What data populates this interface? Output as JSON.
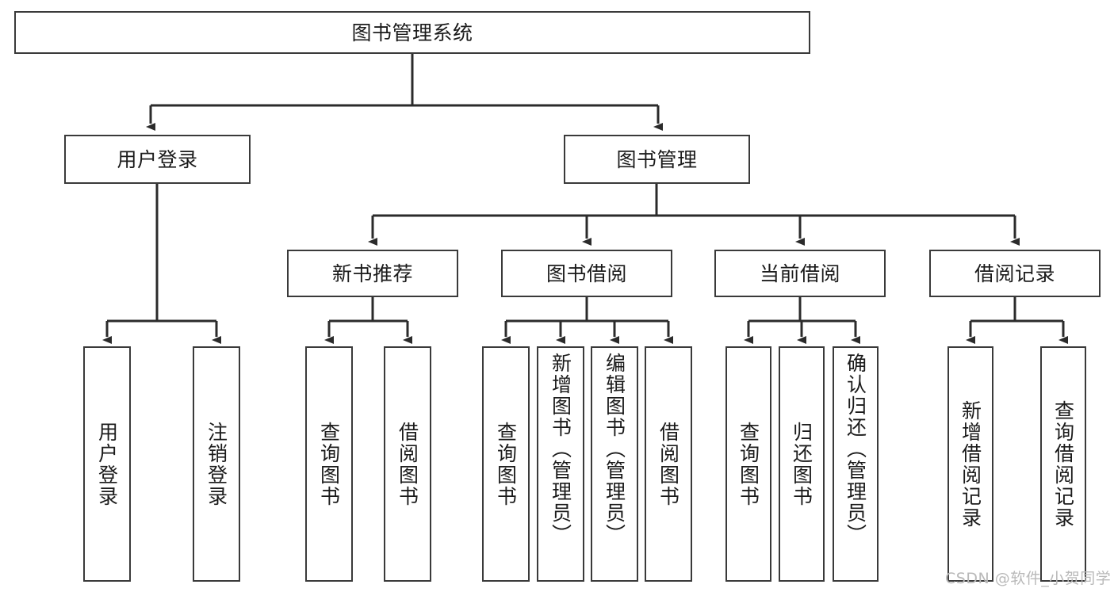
{
  "diagram": {
    "title": "图书管理系统",
    "type": "tree-hierarchy-chart",
    "colors": {
      "box_border": "#3a3a3a",
      "box_fill": "#ffffff",
      "connector": "#2b2b2b",
      "text": "#1b1b1b",
      "watermark": "#b9b9b9",
      "background": "#ffffff"
    },
    "root": {
      "label": "图书管理系统"
    },
    "level2": [
      {
        "id": "user-login",
        "label": "用户登录"
      },
      {
        "id": "book-management",
        "label": "图书管理"
      }
    ],
    "level3": [
      {
        "id": "new-book-recommend",
        "label": "新书推荐",
        "parent": "book-management"
      },
      {
        "id": "book-borrow",
        "label": "图书借阅",
        "parent": "book-management"
      },
      {
        "id": "current-borrow",
        "label": "当前借阅",
        "parent": "book-management"
      },
      {
        "id": "borrow-record",
        "label": "借阅记录",
        "parent": "book-management"
      }
    ],
    "leaves": [
      {
        "id": "leaf-user-login",
        "label": "用户登录",
        "parent": "user-login",
        "align": "center"
      },
      {
        "id": "leaf-logout",
        "label": "注销登录",
        "parent": "user-login",
        "align": "center"
      },
      {
        "id": "leaf-query-book-1",
        "label": "查询图书",
        "parent": "new-book-recommend",
        "align": "center"
      },
      {
        "id": "leaf-borrow-book-1",
        "label": "借阅图书",
        "parent": "new-book-recommend",
        "align": "center"
      },
      {
        "id": "leaf-query-book-2",
        "label": "查询图书",
        "parent": "book-borrow",
        "align": "center"
      },
      {
        "id": "leaf-add-book",
        "label": "新增图书（管理员）",
        "parent": "book-borrow",
        "align": "top"
      },
      {
        "id": "leaf-edit-book",
        "label": "编辑图书（管理员）",
        "parent": "book-borrow",
        "align": "top"
      },
      {
        "id": "leaf-borrow-book-2",
        "label": "借阅图书",
        "parent": "book-borrow",
        "align": "center"
      },
      {
        "id": "leaf-query-book-3",
        "label": "查询图书",
        "parent": "current-borrow",
        "align": "center"
      },
      {
        "id": "leaf-return-book",
        "label": "归还图书",
        "parent": "current-borrow",
        "align": "center"
      },
      {
        "id": "leaf-confirm-return",
        "label": "确认归还（管理员）",
        "parent": "current-borrow",
        "align": "top"
      },
      {
        "id": "leaf-add-record",
        "label": "新增借阅记录",
        "parent": "borrow-record",
        "align": "center"
      },
      {
        "id": "leaf-query-record",
        "label": "查询借阅记录",
        "parent": "borrow-record",
        "align": "center"
      }
    ]
  },
  "watermark": {
    "text": "CSDN @软件_小贺同学"
  }
}
